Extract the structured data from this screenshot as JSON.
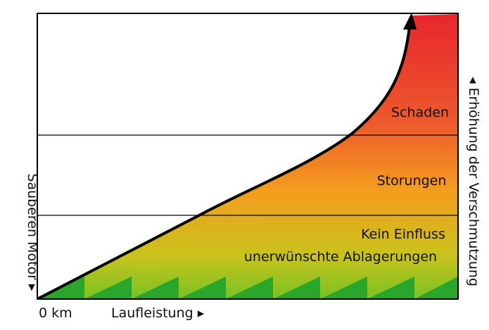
{
  "diagram": {
    "zones": [
      {
        "label_lines": [
          "Schaden"
        ]
      },
      {
        "label_lines": [
          "Storungen"
        ]
      },
      {
        "label_lines": [
          "Kein Einfluss",
          "unerwünschte Ablagerungen"
        ]
      }
    ],
    "x_origin_label": "0 km",
    "x_axis_label": "Laufleistung ▸",
    "left_axis_label": "Sauberen Motor ▸",
    "right_axis_label": "◂ Erhöhung der Verschmutzung",
    "colors": {
      "gradient_top": "#e8262e",
      "gradient_upper": "#ec5a2c",
      "gradient_mid": "#f49d1e",
      "gradient_low": "#c8c31c",
      "gradient_bottom": "#78c224",
      "sawtooth": "#2aa62a",
      "curve": "#000000",
      "frame": "#000000"
    }
  }
}
